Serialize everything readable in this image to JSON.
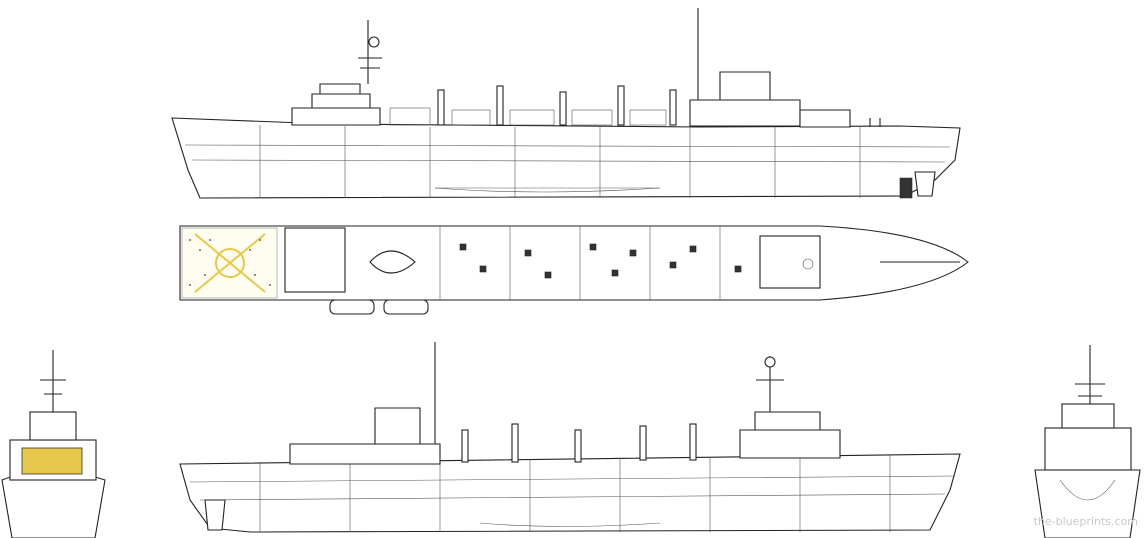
{
  "drawing": {
    "views": [
      "side-starboard",
      "top-deck",
      "side-port",
      "front",
      "rear"
    ],
    "colors": {
      "line": "#222222",
      "helideck_marking": "#e8c84a",
      "paper": "#ffffff"
    }
  },
  "watermark": {
    "text": "the-blueprints.com"
  }
}
